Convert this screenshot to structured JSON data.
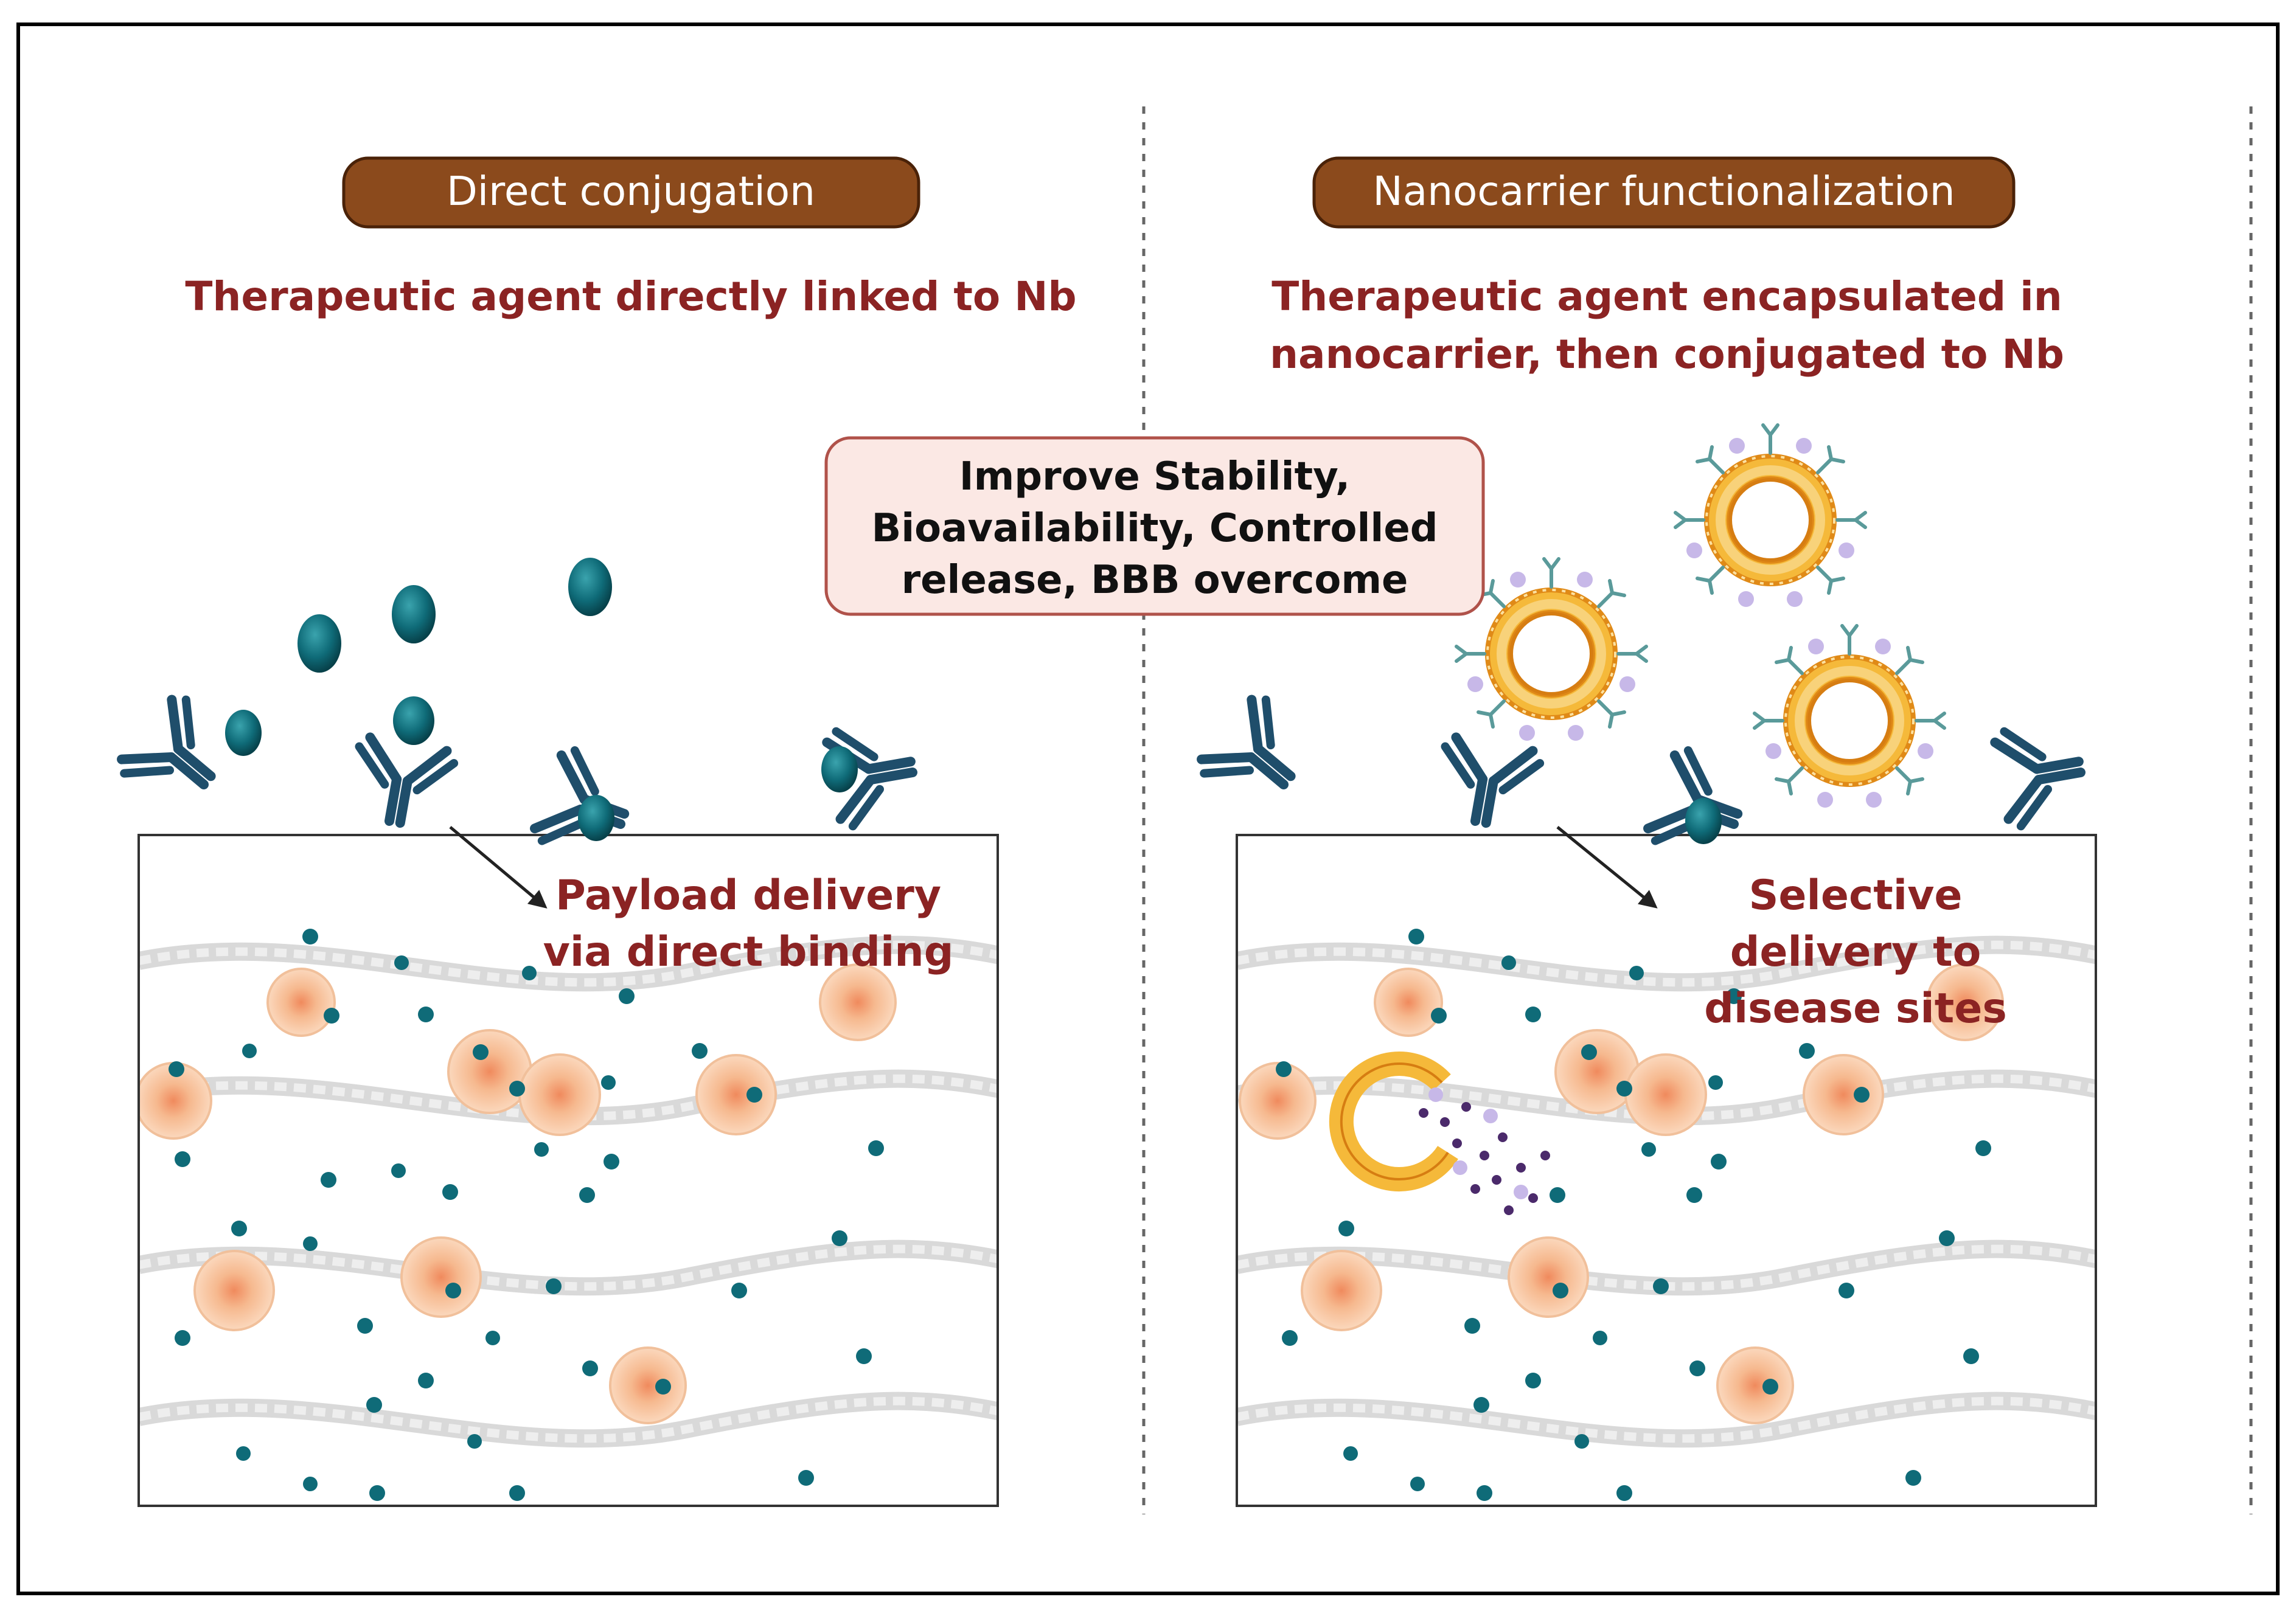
{
  "left": {
    "header": "Direct conjugation",
    "subtitle": "Therapeutic agent directly linked to Nb",
    "panel_label": [
      "Payload delivery",
      "via direct binding"
    ]
  },
  "right": {
    "header": "Nanocarrier functionalization",
    "subtitle": [
      "Therapeutic agent encapsulated in",
      "nanocarrier, then conjugated to Nb"
    ],
    "panel_label": [
      "Selective",
      "delivery to",
      "disease sites"
    ]
  },
  "center_box": [
    "Improve Stability,",
    "Bioavailability, Controlled",
    "release, BBB overcome"
  ],
  "colors": {
    "header_fill": "#8b4a1c",
    "subtitle": "#8b2323",
    "center_box_fill": "#fbe8e4",
    "center_box_stroke": "#b0524a",
    "drug_teal": "#0f6b78",
    "antibody": "#1f4e6b",
    "nanocarrier": "#f2b233",
    "cell": "#f4b886"
  }
}
